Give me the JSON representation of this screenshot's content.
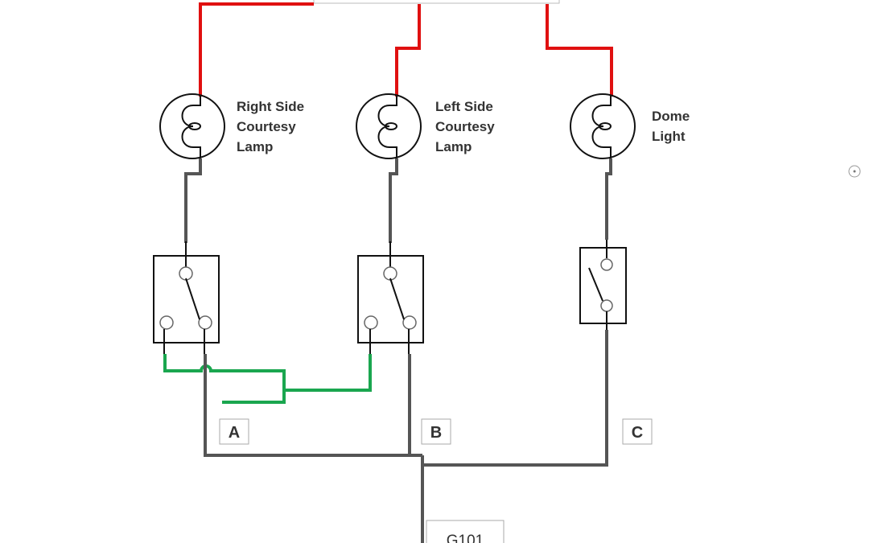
{
  "lamps": [
    {
      "label_lines": [
        "Right Side",
        "Courtesy",
        "Lamp"
      ]
    },
    {
      "label_lines": [
        "Left Side",
        "Courtesy",
        "Lamp"
      ]
    },
    {
      "label_lines": [
        "Dome",
        "Light"
      ]
    }
  ],
  "connectors": [
    "A",
    "B",
    "C"
  ],
  "ground": "G101",
  "colors": {
    "power": "#e01010",
    "ground": "#555555",
    "switch_link": "#1aa64f"
  },
  "icons": {
    "side_handle": "circle-dot-icon"
  }
}
